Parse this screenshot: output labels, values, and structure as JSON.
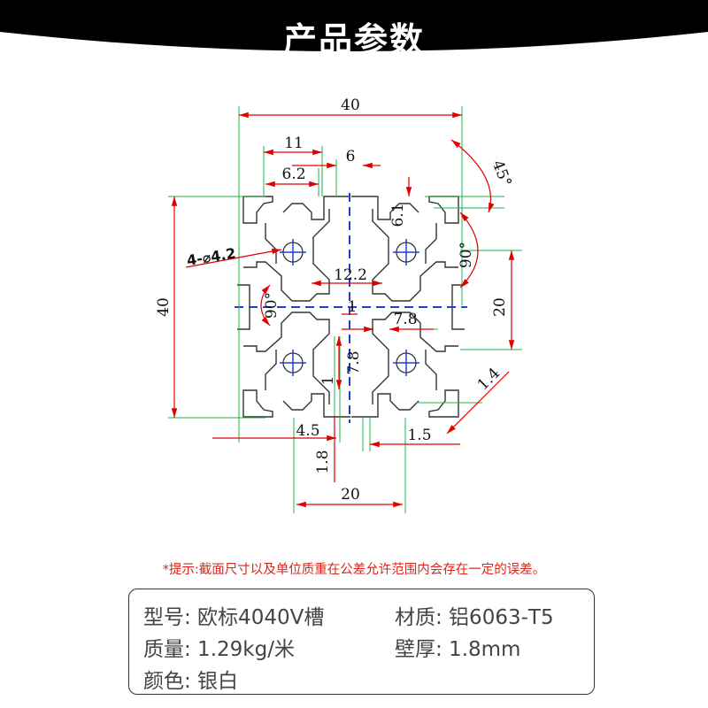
{
  "header": {
    "title": "产品参数"
  },
  "drawing": {
    "dimensions": {
      "width_total": "40",
      "height_total": "40",
      "d11": "11",
      "d6": "6",
      "d6_2": "6.2",
      "d6_1": "6.1",
      "angle45": "45°",
      "angle90_right": "90°",
      "angle90_left": "90°",
      "hole_callout": "4-⌀4.2",
      "d12_2": "12.2",
      "d1_center": "1",
      "d7_8_h": "7.8",
      "d7_8_v": "7.8",
      "d1_left": "1",
      "d20_right": "20",
      "d1_4": "1.4",
      "d4_5": "4.5",
      "d1_5": "1.5",
      "d1_8": "1.8",
      "d20_bottom": "20"
    },
    "colors": {
      "dimension": "#e00000",
      "extension": "#22b14c",
      "centerline": "#1f3fd0",
      "profile": "#333333"
    }
  },
  "note": "*提示:截面尺寸以及单位质重在公差允许范围内会存在一定的误差。",
  "specs": {
    "model": "型号: 欧标4040V槽",
    "material": "材质: 铝6063-T5",
    "weight": "质量: 1.29kg/米",
    "thickness": "壁厚: 1.8mm",
    "color": "颜色: 银白"
  }
}
